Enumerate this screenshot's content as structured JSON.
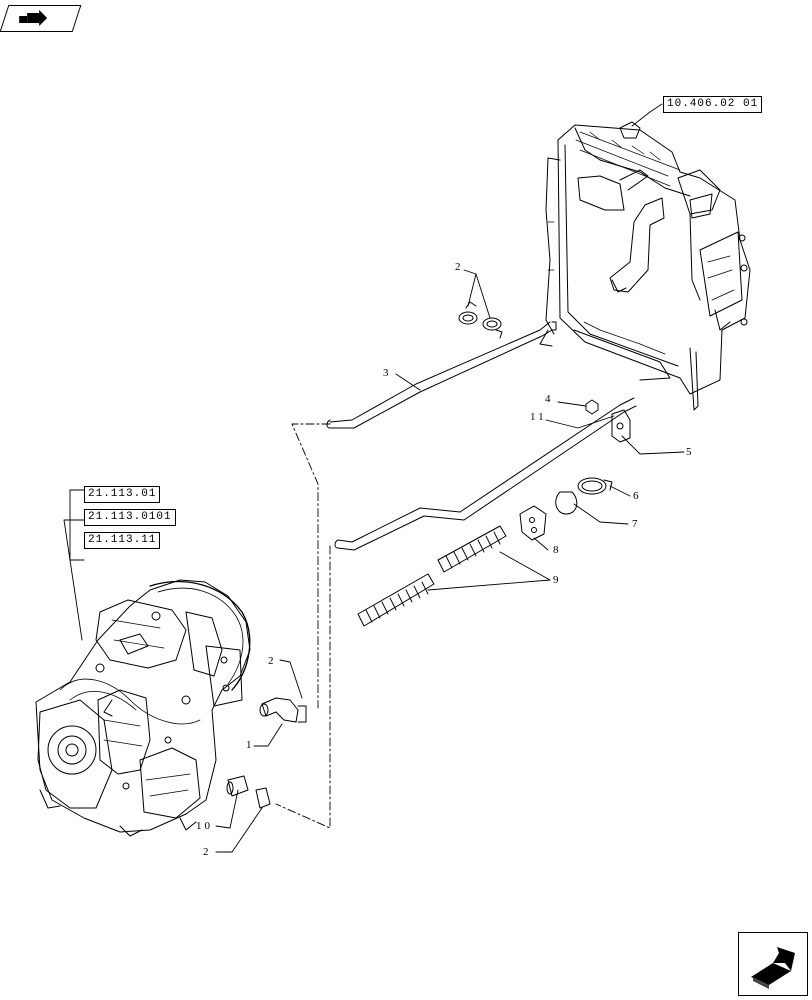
{
  "references": {
    "radiator": "10.406.02 01",
    "transmission": [
      "21.113.01",
      "21.113.0101",
      "21.113.11"
    ]
  },
  "callouts": {
    "c1": "1",
    "c2a": "2",
    "c2b": "2",
    "c2c": "2",
    "c3": "3",
    "c4": "4",
    "c5": "5",
    "c6": "6",
    "c7": "7",
    "c8": "8",
    "c9": "9",
    "c10": "10",
    "c11": "11"
  },
  "icons": {
    "top_left": "previous-page-icon",
    "bottom_right": "next-page-icon"
  }
}
